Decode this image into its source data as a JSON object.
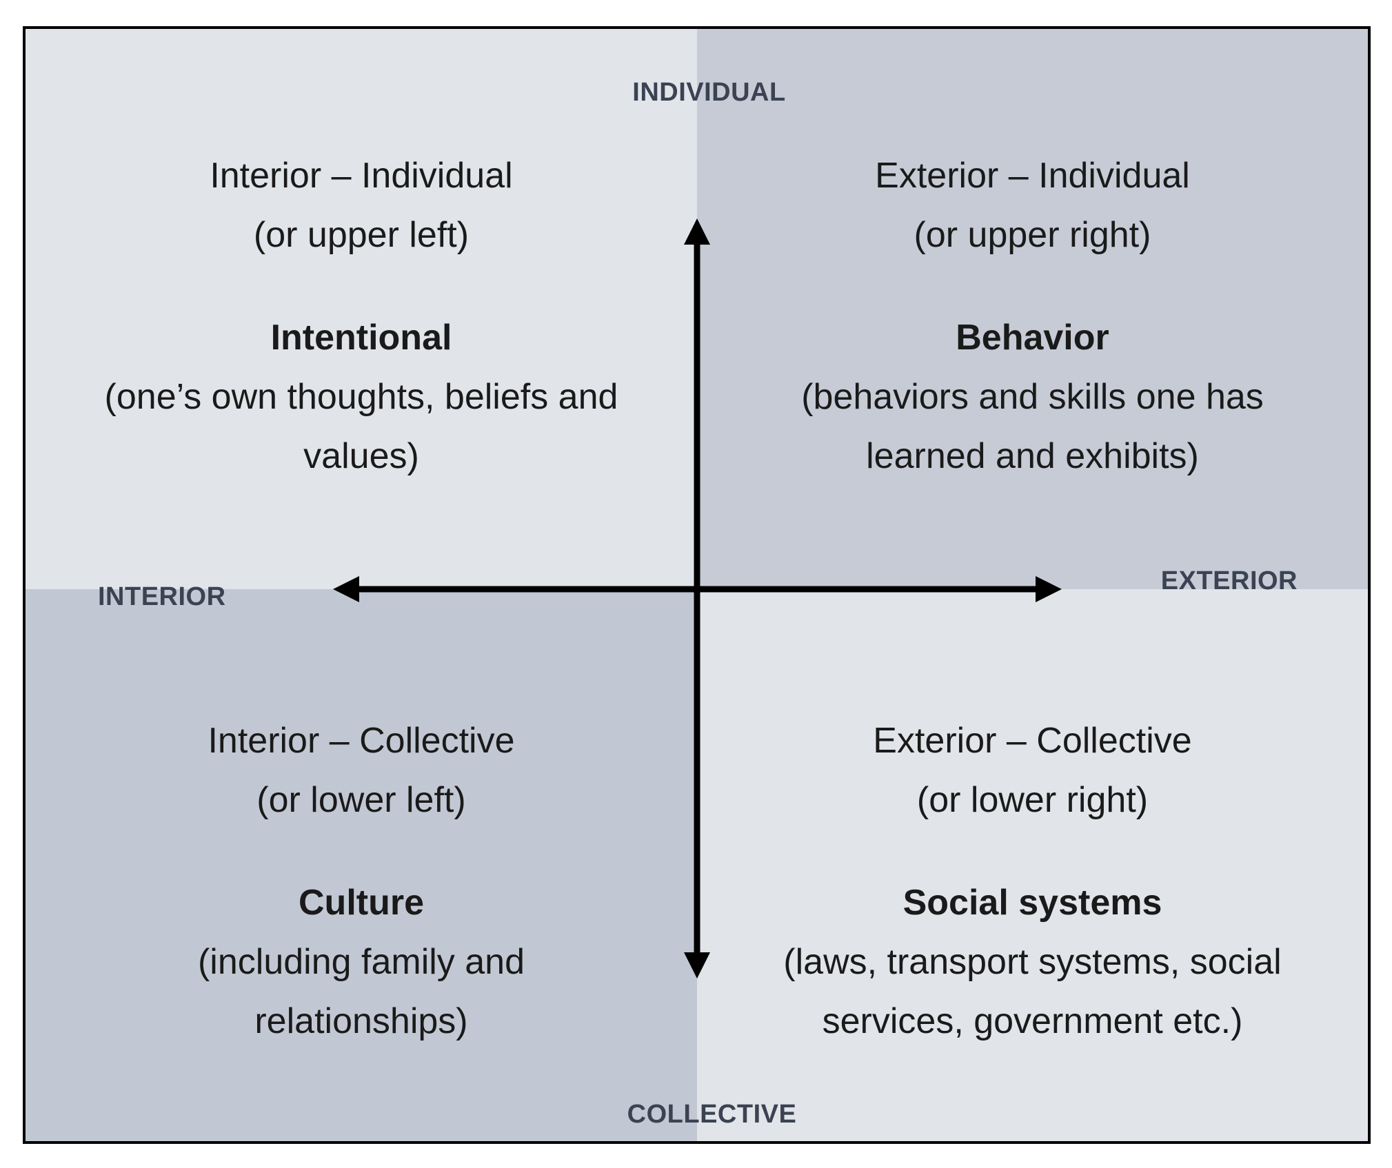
{
  "figure": {
    "type": "quadrant-diagram",
    "top_axis_label": "INDIVIDUAL",
    "bottom_axis_label": "COLLECTIVE",
    "left_axis_label": "INTERIOR",
    "right_axis_label": "EXTERIOR"
  },
  "quadrants": {
    "upper_left": {
      "position_line1": "Interior – Individual",
      "position_line2": "(or upper left)",
      "name": "Intentional",
      "description_lines": [
        "(one’s own thoughts, beliefs and",
        "values)"
      ]
    },
    "upper_right": {
      "position_line1": "Exterior – Individual",
      "position_line2": "(or upper right)",
      "name": "Behavior",
      "description_lines": [
        "(behaviors and skills one has",
        "learned and exhibits)"
      ]
    },
    "lower_left": {
      "position_line1": "Interior – Collective",
      "position_line2": "(or lower left)",
      "name": "Culture",
      "description_lines": [
        "(including family and",
        "relationships)"
      ]
    },
    "lower_right": {
      "position_line1": "Exterior – Collective",
      "position_line2": "(or lower right)",
      "name": "Social systems",
      "description_lines": [
        "(laws, transport systems, social",
        "services, government etc.)"
      ]
    }
  },
  "colors": {
    "page_bg": "#ffffff",
    "upper_left_bg": "#e1e4e9",
    "upper_right_bg": "#c6cbd6",
    "lower_left_bg": "#c2c8d3",
    "lower_right_bg": "#e1e4e9",
    "frame_border": "#000000",
    "axis_label_text": "#3b4353",
    "quadrant_text": "#1a1a1a",
    "arrow": "#000000"
  }
}
